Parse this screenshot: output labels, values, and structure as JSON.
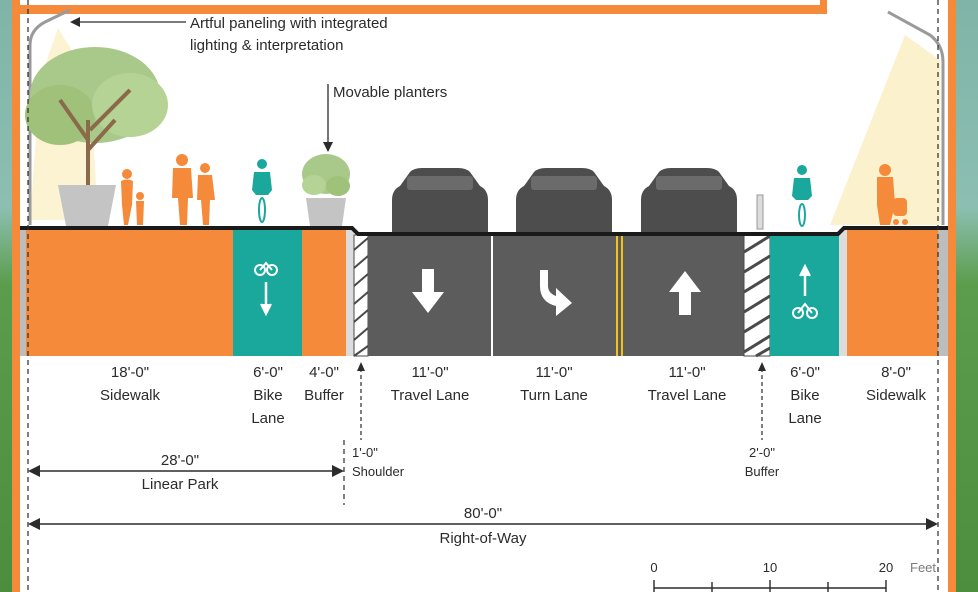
{
  "callouts": {
    "paneling_line1": "Artful paneling with integrated",
    "paneling_line2": "lighting & interpretation",
    "planters": "Movable planters"
  },
  "segments": [
    {
      "dimension": "18'-0\"",
      "name_line1": "Sidewalk",
      "name_line2": ""
    },
    {
      "dimension": "6'-0\"",
      "name_line1": "Bike",
      "name_line2": "Lane"
    },
    {
      "dimension": "4'-0\"",
      "name_line1": "Buffer",
      "name_line2": ""
    },
    {
      "dimension": "11'-0\"",
      "name_line1": "Travel Lane",
      "name_line2": ""
    },
    {
      "dimension": "11'-0\"",
      "name_line1": "Turn Lane",
      "name_line2": ""
    },
    {
      "dimension": "11'-0\"",
      "name_line1": "Travel Lane",
      "name_line2": ""
    },
    {
      "dimension": "6'-0\"",
      "name_line1": "Bike",
      "name_line2": "Lane"
    },
    {
      "dimension": "8'-0\"",
      "name_line1": "Sidewalk",
      "name_line2": ""
    }
  ],
  "shoulder": {
    "dimension": "1'-0\"",
    "name": "Shoulder"
  },
  "buffer_small": {
    "dimension": "2'-0\"",
    "name": "Buffer"
  },
  "linear_park": {
    "dimension": "28'-0\"",
    "name": "Linear Park"
  },
  "right_of_way": {
    "dimension": "80'-0\"",
    "name": "Right-of-Way"
  },
  "scale": {
    "ticks": [
      "0",
      "10",
      "20"
    ],
    "unit": "Feet"
  },
  "colors": {
    "sidewalk": "#f58a3a",
    "bike_lane": "#1aa89c",
    "road": "#5c5c5c",
    "road_dark": "#4a4a4a",
    "background": "#ffffff",
    "yellow_line": "#f2c21b",
    "silhouette_orange": "#f58a3a",
    "cyclist": "#1aa89c",
    "car": "#4d4d4d",
    "tree": "#9fc17a"
  },
  "icons": {
    "lane_arrows": [
      "down-arrow-icon",
      "right-turn-arrow-icon",
      "up-arrow-icon"
    ],
    "bike_symbols": [
      "bike-down-icon",
      "bike-up-icon"
    ]
  }
}
